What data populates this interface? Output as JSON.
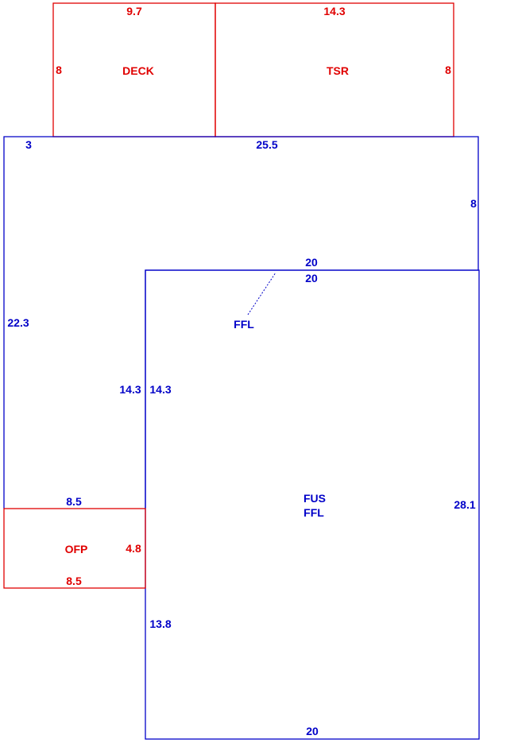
{
  "colors": {
    "first_floor": "#0000c8",
    "additions": "#e00000",
    "background": "#ffffff"
  },
  "areas": {
    "deck": {
      "label": "DECK",
      "width": "9.7",
      "depth": "8"
    },
    "tsr": {
      "label": "TSR",
      "width": "14.3",
      "depth": "8"
    },
    "ffl_upper": {
      "label": "FFL",
      "top": "25.5",
      "top_left": "3",
      "right": "8",
      "left": "22.3",
      "bottom": "20",
      "inner": "14.3"
    },
    "fus": {
      "label_line1": "FUS",
      "label_line2": "FFL",
      "top": "20",
      "right": "28.1",
      "bottom": "20",
      "left_upper": "14.3",
      "left_lower": "13.8"
    },
    "ofp": {
      "label": "OFP",
      "top": "8.5",
      "right": "4.8",
      "bottom": "8.5"
    }
  }
}
